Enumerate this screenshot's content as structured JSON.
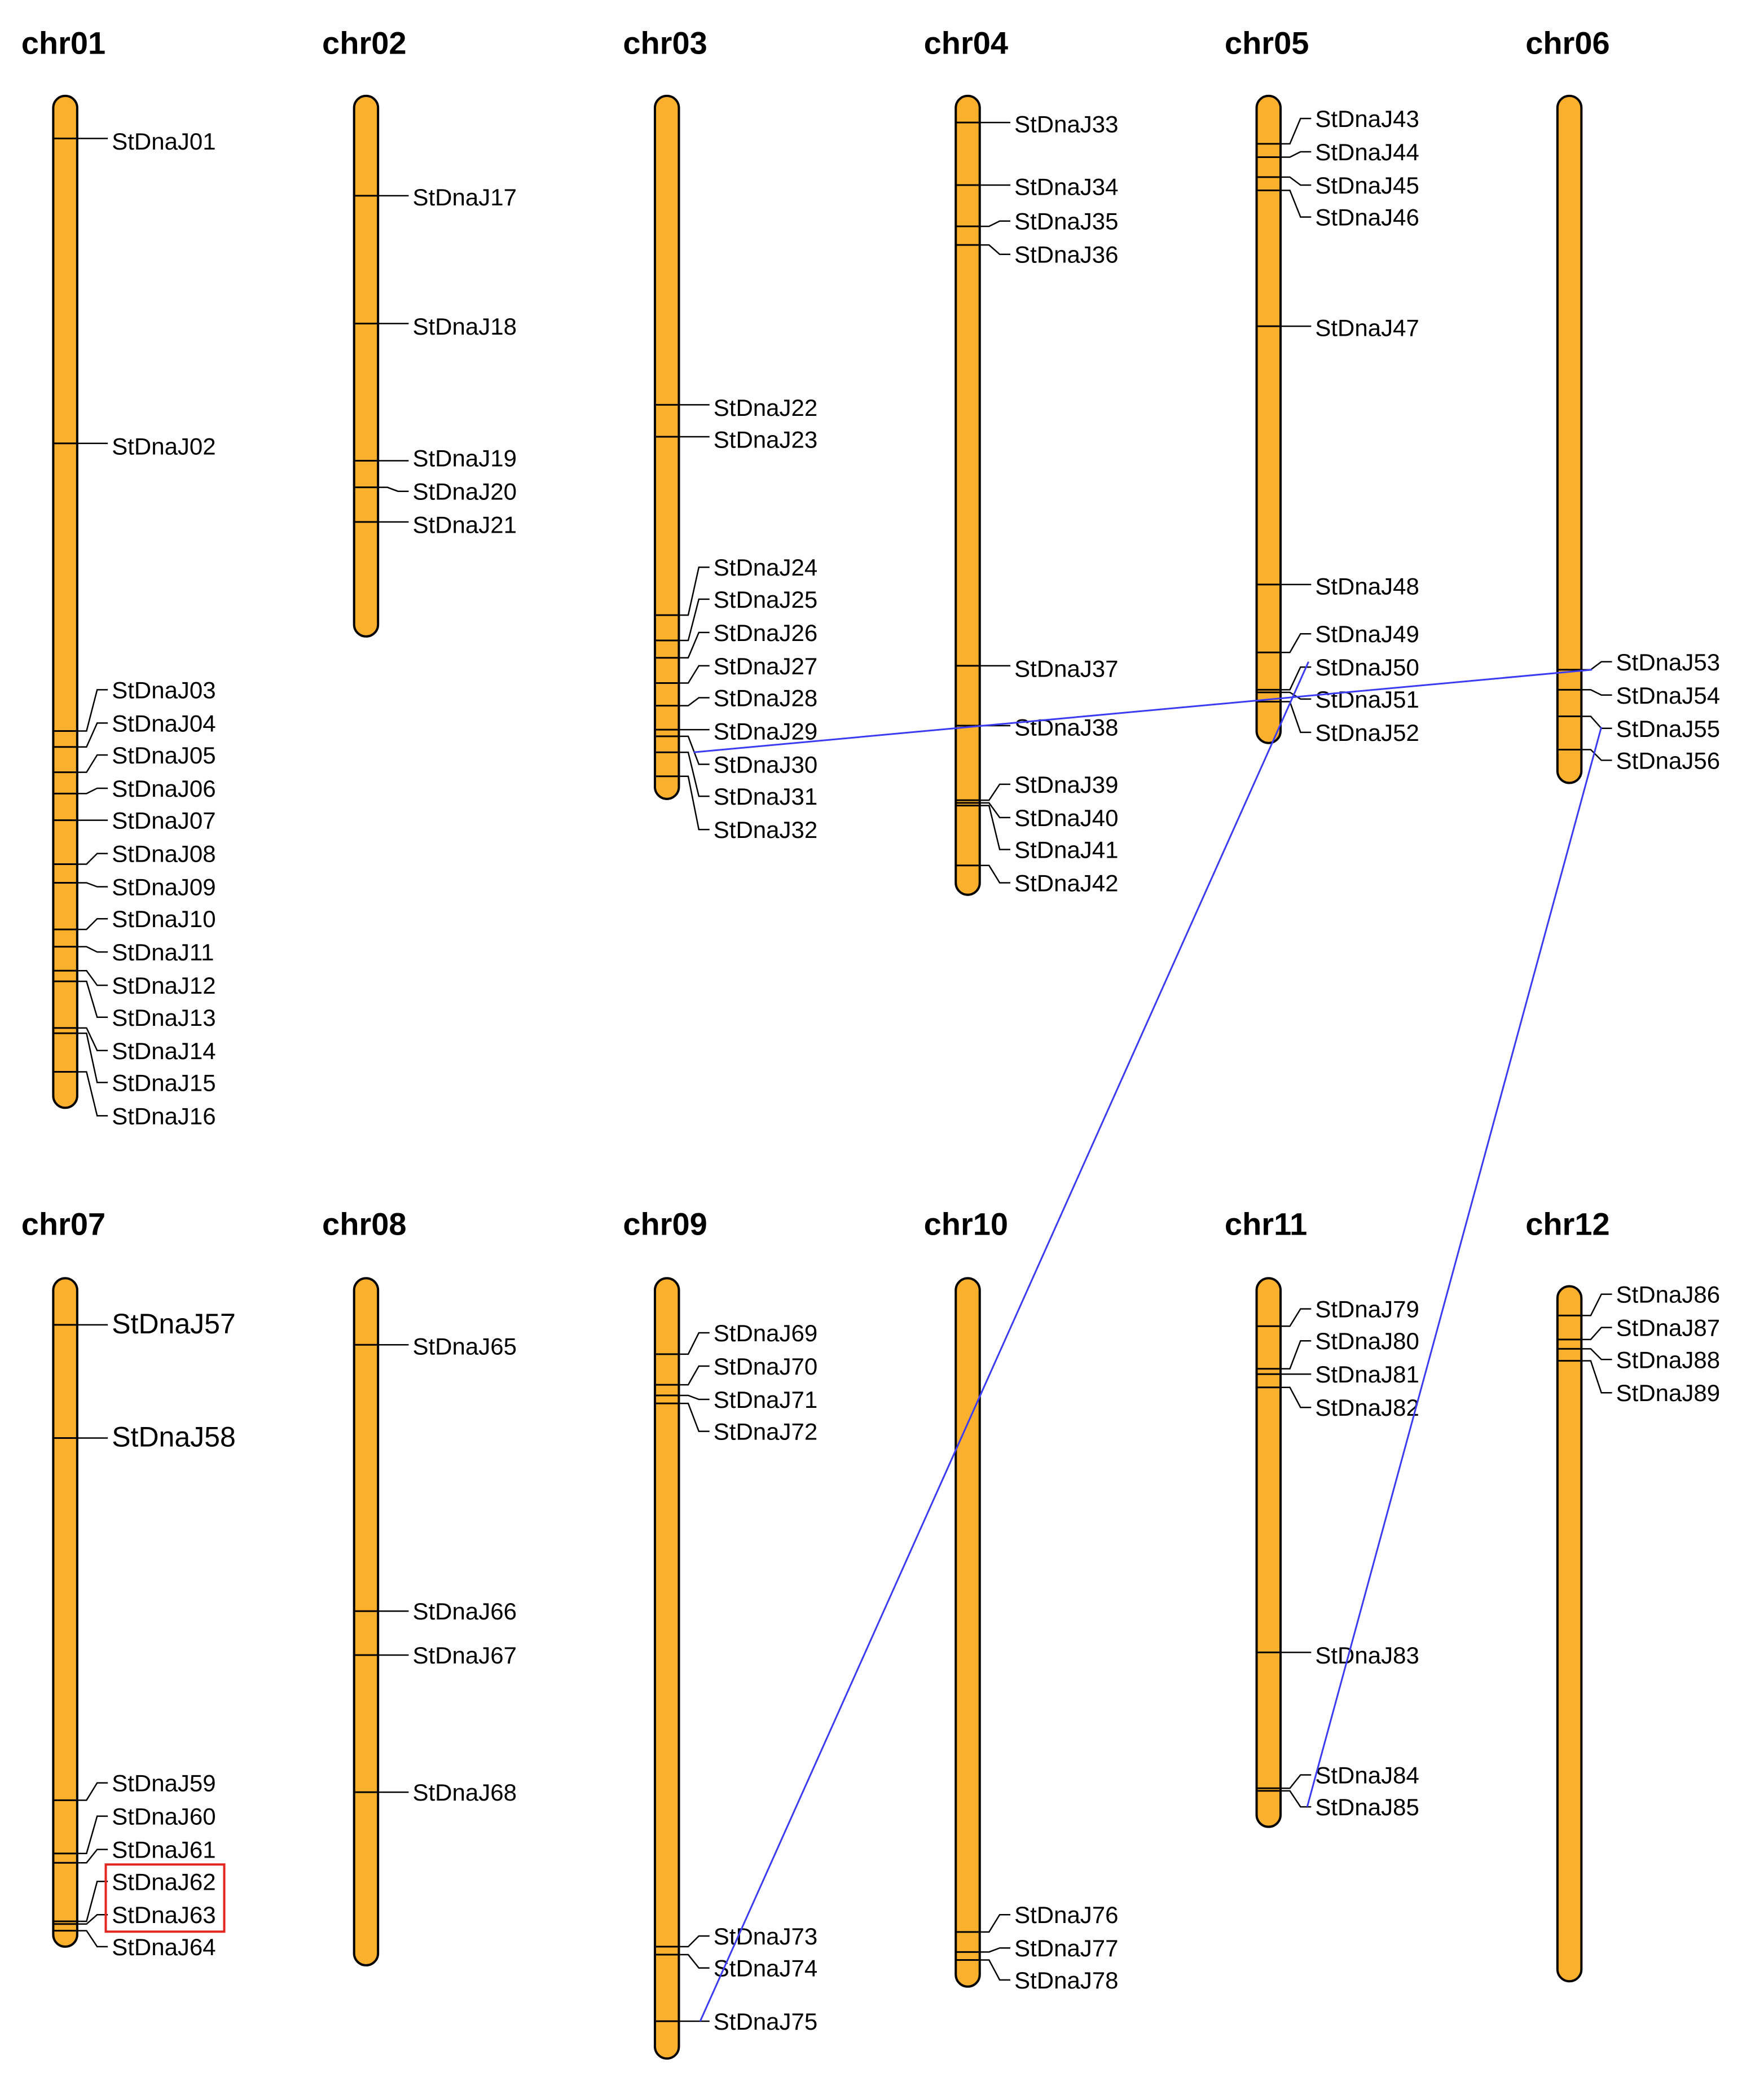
{
  "colors": {
    "chromosome": "#fbb02d",
    "link": "#3b3bf5",
    "highlight": "#e3261f"
  },
  "chromosomes": [
    {
      "name": "chr01",
      "genes": [
        {
          "id": "StDnaJ01"
        },
        {
          "id": "StDnaJ02"
        },
        {
          "id": "StDnaJ03"
        },
        {
          "id": "StDnaJ04"
        },
        {
          "id": "StDnaJ05"
        },
        {
          "id": "StDnaJ06"
        },
        {
          "id": "StDnaJ07"
        },
        {
          "id": "StDnaJ08"
        },
        {
          "id": "StDnaJ09"
        },
        {
          "id": "StDnaJ10"
        },
        {
          "id": "StDnaJ11"
        },
        {
          "id": "StDnaJ12"
        },
        {
          "id": "StDnaJ13"
        },
        {
          "id": "StDnaJ14"
        },
        {
          "id": "StDnaJ15"
        },
        {
          "id": "StDnaJ16"
        }
      ]
    },
    {
      "name": "chr02",
      "genes": [
        {
          "id": "StDnaJ17"
        },
        {
          "id": "StDnaJ18"
        },
        {
          "id": "StDnaJ19"
        },
        {
          "id": "StDnaJ20"
        },
        {
          "id": "StDnaJ21"
        }
      ]
    },
    {
      "name": "chr03",
      "genes": [
        {
          "id": "StDnaJ22"
        },
        {
          "id": "StDnaJ23"
        },
        {
          "id": "StDnaJ24"
        },
        {
          "id": "StDnaJ25"
        },
        {
          "id": "StDnaJ26"
        },
        {
          "id": "StDnaJ27"
        },
        {
          "id": "StDnaJ28"
        },
        {
          "id": "StDnaJ29"
        },
        {
          "id": "StDnaJ30"
        },
        {
          "id": "StDnaJ31"
        },
        {
          "id": "StDnaJ32"
        }
      ]
    },
    {
      "name": "chr04",
      "genes": [
        {
          "id": "StDnaJ33"
        },
        {
          "id": "StDnaJ34"
        },
        {
          "id": "StDnaJ35"
        },
        {
          "id": "StDnaJ36"
        },
        {
          "id": "StDnaJ37"
        },
        {
          "id": "StDnaJ38"
        },
        {
          "id": "StDnaJ39"
        },
        {
          "id": "StDnaJ40"
        },
        {
          "id": "StDnaJ41"
        },
        {
          "id": "StDnaJ42"
        }
      ]
    },
    {
      "name": "chr05",
      "genes": [
        {
          "id": "StDnaJ43"
        },
        {
          "id": "StDnaJ44"
        },
        {
          "id": "StDnaJ45"
        },
        {
          "id": "StDnaJ46"
        },
        {
          "id": "StDnaJ47"
        },
        {
          "id": "StDnaJ48"
        },
        {
          "id": "StDnaJ49"
        },
        {
          "id": "StDnaJ50"
        },
        {
          "id": "StDnaJ51"
        },
        {
          "id": "StDnaJ52"
        }
      ]
    },
    {
      "name": "chr06",
      "genes": [
        {
          "id": "StDnaJ53"
        },
        {
          "id": "StDnaJ54"
        },
        {
          "id": "StDnaJ55"
        },
        {
          "id": "StDnaJ56"
        }
      ]
    },
    {
      "name": "chr07",
      "genes": [
        {
          "id": "StDnaJ57"
        },
        {
          "id": "StDnaJ58"
        },
        {
          "id": "StDnaJ59"
        },
        {
          "id": "StDnaJ60"
        },
        {
          "id": "StDnaJ61"
        },
        {
          "id": "StDnaJ62",
          "highlighted": true
        },
        {
          "id": "StDnaJ63",
          "highlighted": true
        },
        {
          "id": "StDnaJ64"
        }
      ]
    },
    {
      "name": "chr08",
      "genes": [
        {
          "id": "StDnaJ65"
        },
        {
          "id": "StDnaJ66"
        },
        {
          "id": "StDnaJ67"
        },
        {
          "id": "StDnaJ68"
        }
      ]
    },
    {
      "name": "chr09",
      "genes": [
        {
          "id": "StDnaJ69"
        },
        {
          "id": "StDnaJ70"
        },
        {
          "id": "StDnaJ71"
        },
        {
          "id": "StDnaJ72"
        },
        {
          "id": "StDnaJ73"
        },
        {
          "id": "StDnaJ74"
        },
        {
          "id": "StDnaJ75"
        }
      ]
    },
    {
      "name": "chr10",
      "genes": [
        {
          "id": "StDnaJ76"
        },
        {
          "id": "StDnaJ77"
        },
        {
          "id": "StDnaJ78"
        }
      ]
    },
    {
      "name": "chr11",
      "genes": [
        {
          "id": "StDnaJ79"
        },
        {
          "id": "StDnaJ80"
        },
        {
          "id": "StDnaJ81"
        },
        {
          "id": "StDnaJ82"
        },
        {
          "id": "StDnaJ83"
        },
        {
          "id": "StDnaJ84"
        },
        {
          "id": "StDnaJ85"
        }
      ]
    },
    {
      "name": "chr12",
      "genes": [
        {
          "id": "StDnaJ86"
        },
        {
          "id": "StDnaJ87"
        },
        {
          "id": "StDnaJ88"
        },
        {
          "id": "StDnaJ89"
        }
      ]
    }
  ],
  "duplications": [
    {
      "from": "StDnaJ30",
      "to": "StDnaJ53"
    },
    {
      "from": "StDnaJ50",
      "to": "StDnaJ75"
    },
    {
      "from": "StDnaJ55",
      "to": "StDnaJ85"
    }
  ]
}
